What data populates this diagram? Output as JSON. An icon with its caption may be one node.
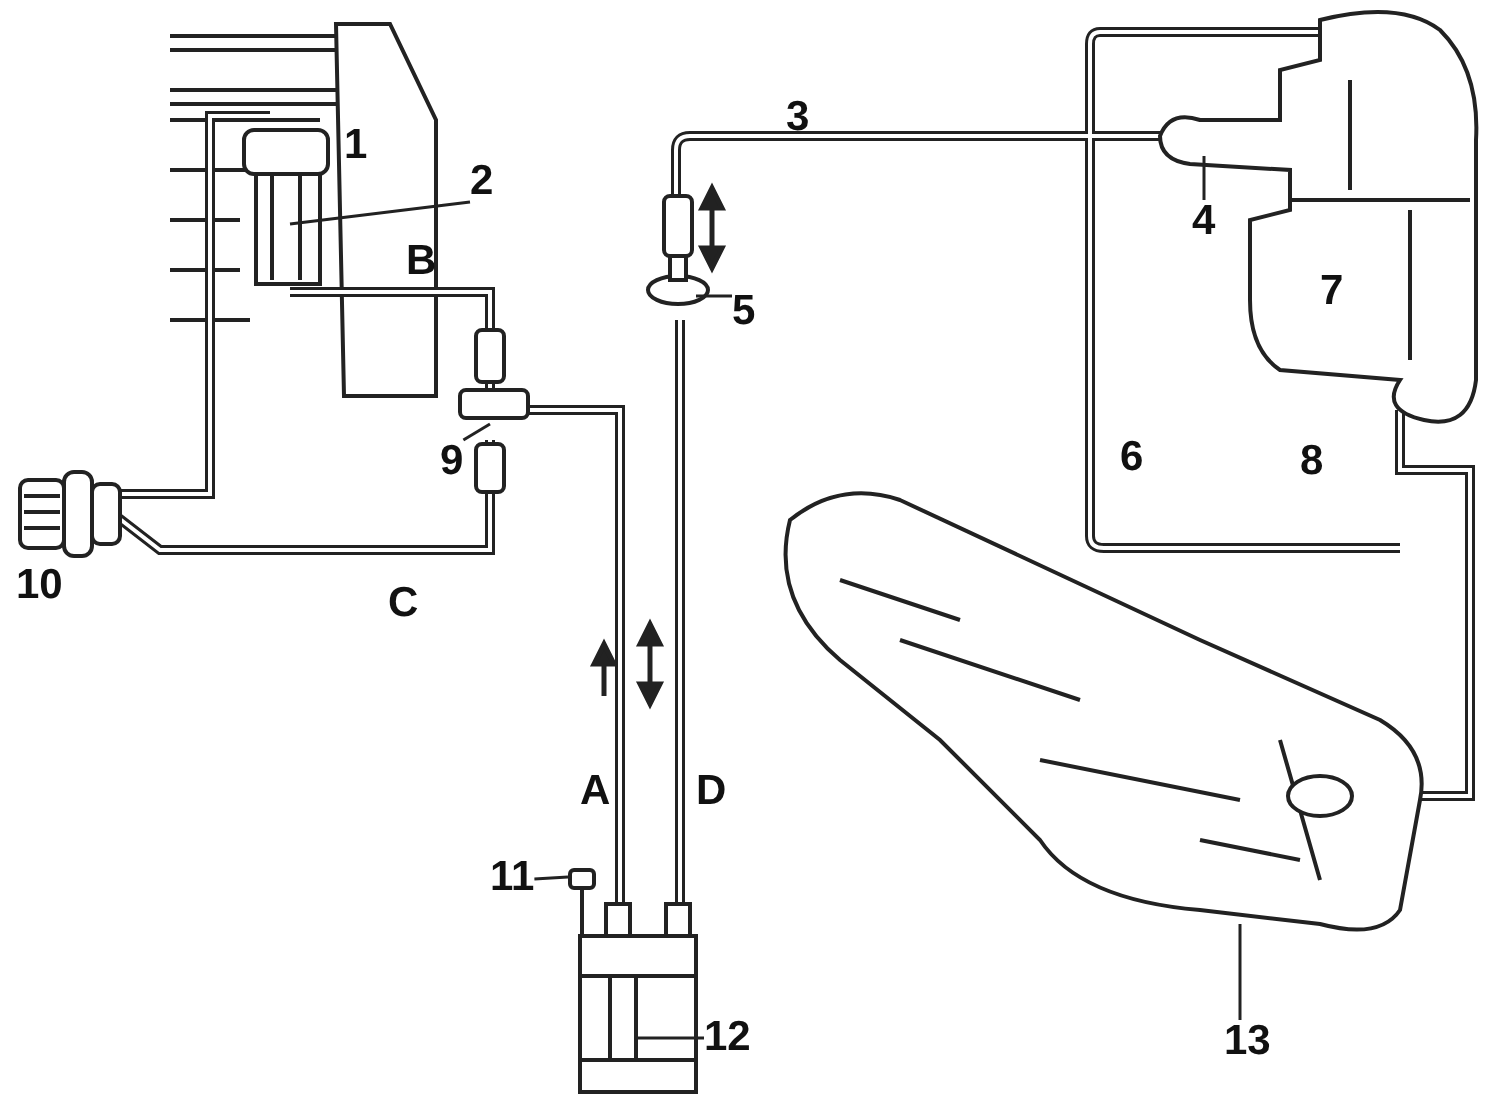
{
  "diagram": {
    "nodes": [
      {
        "text": [
          "2"
        ]
      },
      {
        "text": [
          "4"
        ]
      },
      {
        "text": [
          "5"
        ]
      },
      {
        "text": [
          "9"
        ]
      },
      {
        "text": [
          "11"
        ]
      },
      {
        "text": [
          "12"
        ]
      },
      {
        "text": [
          "13"
        ]
      },
      {
        "text": [],
        "shape": "box"
      }
    ],
    "edges": [
      {
        "from": 0,
        "to": null,
        "arrow": "none"
      },
      {
        "from": 1,
        "to": null,
        "arrow": "none"
      },
      {
        "from": 2,
        "to": null,
        "arrow": "none"
      },
      {
        "from": 3,
        "to": null,
        "arrow": "none"
      },
      {
        "from": 4,
        "to": 7,
        "arrow": "none"
      },
      {
        "from": 5,
        "to": null,
        "arrow": "none"
      },
      {
        "from": 6,
        "to": null,
        "arrow": "none"
      }
    ],
    "labels": [
      "1",
      "3",
      "B",
      "7",
      "6",
      "8",
      "10",
      "C",
      "A",
      "D"
    ]
  }
}
